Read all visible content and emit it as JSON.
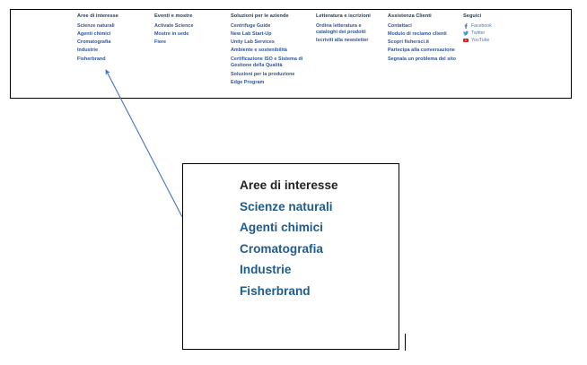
{
  "footer": {
    "columns": [
      {
        "name": "aree-di-interesse",
        "title": "Aree di interesse",
        "links": [
          "Scienze naturali",
          "Agenti chimici",
          "Cromatografia",
          "Industrie",
          "Fisherbrand"
        ]
      },
      {
        "name": "eventi-e-mostre",
        "title": "Eventi e mostre",
        "links": [
          "Activate Science",
          "Mostre in sede",
          "Fiere"
        ]
      },
      {
        "name": "soluzioni-per-le-aziende",
        "title": "Soluzioni per le aziende",
        "links": [
          "Centrifuge Guide",
          "New Lab Start-Up",
          "Unity Lab Services",
          "Ambiente e sostenibilità",
          "Certificazione ISO e Sistema di Gestione della Qualità",
          "Soluzioni per la produzione",
          "Edge Program"
        ]
      },
      {
        "name": "letteratura-e-iscrizioni",
        "title": "Letteratura e iscrizioni",
        "links": [
          "Ordina letteratura e cataloghi dei prodotti",
          "Iscriviti alla newsletter"
        ]
      },
      {
        "name": "assistenza-clienti",
        "title": "Assistenza Clienti",
        "links": [
          "Contattaci",
          "Modulo di reclamo clienti",
          "Scopri fishersci.it",
          "Partecipa alla conversazione",
          "Segnala un problema del sito"
        ]
      }
    ],
    "social": {
      "title": "Seguici",
      "items": [
        {
          "label": "Facebook",
          "icon": "facebook-icon",
          "color": "#3b5998"
        },
        {
          "label": "Twitter",
          "icon": "twitter-icon",
          "color": "#4a90d9"
        },
        {
          "label": "YouTube",
          "icon": "youtube-icon",
          "color": "#cc2222"
        }
      ]
    }
  },
  "callout": {
    "title": "Aree di interesse",
    "links": [
      "Scienze naturali",
      "Agenti chimici",
      "Cromatografia",
      "Industrie",
      "Fisherbrand"
    ]
  },
  "colors": {
    "footer_link": "#2f5496",
    "footer_title": "#2b3a4a",
    "callout_title": "#231f20",
    "callout_link": "#1f5c8b",
    "arrow": "#4472c4",
    "border": "#000000"
  }
}
